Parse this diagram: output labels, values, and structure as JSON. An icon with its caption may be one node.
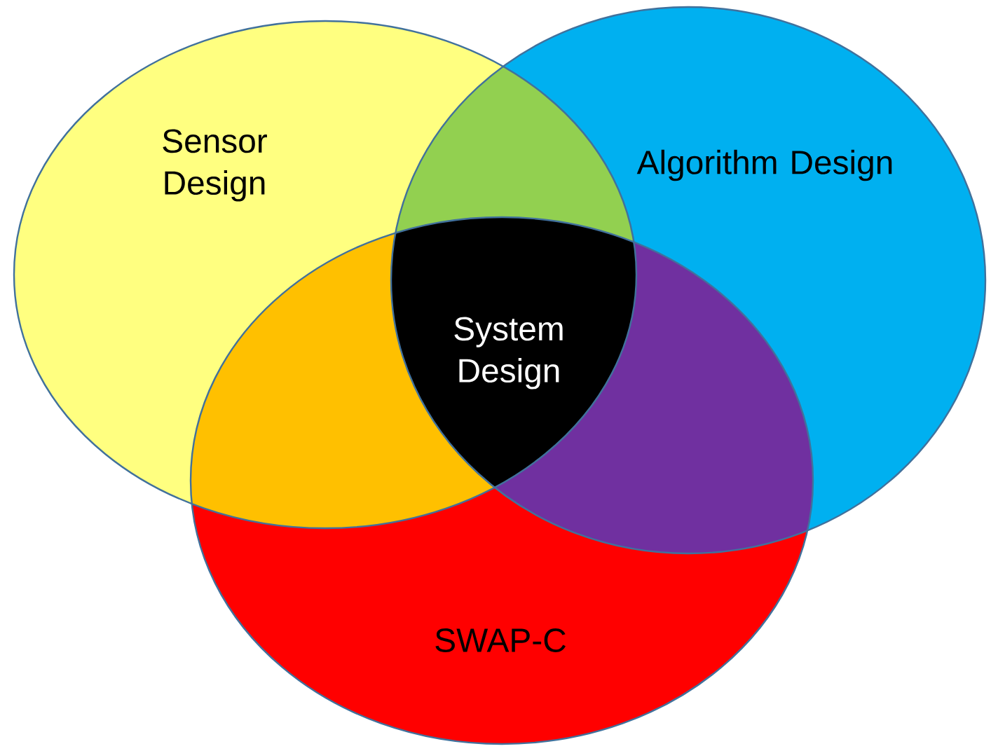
{
  "diagram": {
    "nodes": [
      {
        "text": [
          "Sensor Design"
        ]
      },
      {
        "text": [
          "Algorithm Design"
        ]
      },
      {
        "text": [
          "SWAP-C"
        ]
      },
      {
        "text": [
          "System Design"
        ]
      }
    ]
  }
}
